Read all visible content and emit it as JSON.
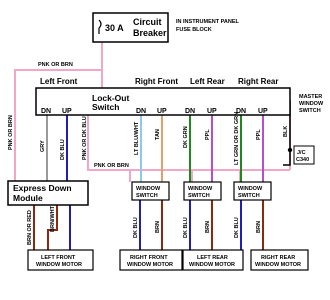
{
  "breaker": {
    "rating": "30 A",
    "title_line1": "Circuit",
    "title_line2": "Breaker"
  },
  "panel_note": {
    "line1": "IN INSTRUMENT PANEL",
    "line2": "FUSE BLOCK"
  },
  "wire_labels": {
    "pnk_or_brn_top": "PNK OR BRN",
    "pnk_or_brn_left": "PNK OR BRN",
    "pnk_or_brn_mid": "PNK OR BRN",
    "gry": "GRY",
    "dk_blu_left": "DK BLU",
    "pnk_or_dk_blu": "PNK OR DK BLU",
    "lt_blu_wht": "LT BLU/WHT",
    "tan": "TAN",
    "dk_grn": "DK GRN",
    "ppl_rl": "PPL",
    "lt_grn_or_dk_grn": "LT GRN OR DK GRN",
    "ppl_rr": "PPL",
    "blk": "BLK",
    "brn_or_wht": "BRN/WHT",
    "brn_or_red": "BRN OR RED",
    "dk_blu_rf": "DK BLU",
    "brn_rf": "BRN",
    "dk_blu_lr": "DK BLU",
    "brn_lr": "BRN",
    "dk_blu_rr": "DK BLU",
    "brn_rr": "BRN"
  },
  "groups": {
    "left_front": "Left Front",
    "right_front": "Right Front",
    "left_rear": "Left Rear",
    "right_rear": "Right Rear"
  },
  "lockout": {
    "line1": "Lock-Out",
    "line2": "Switch"
  },
  "master_label": {
    "line1": "MASTER",
    "line2": "WINDOW",
    "line3": "SWITCH"
  },
  "terminals": [
    "DN",
    "UP",
    "DN",
    "UP",
    "DN",
    "UP",
    "DN",
    "UP"
  ],
  "jc": {
    "line1": "J/C",
    "line2": "C340"
  },
  "express": {
    "line1": "Express Down",
    "line2": "Module"
  },
  "window_switch": {
    "line1": "WINDOW",
    "line2": "SWITCH"
  },
  "motors": {
    "left_front": {
      "line1": "LEFT FRONT",
      "line2": "WINDOW MOTOR"
    },
    "right_front": {
      "line1": "RIGHT FRONT",
      "line2": "WINDOW MOTOR"
    },
    "left_rear": {
      "line1": "LEFT REAR",
      "line2": "WINDOW MOTOR"
    },
    "right_rear": {
      "line1": "RIGHT REAR",
      "line2": "WINDOW MOTOR"
    }
  },
  "colors": {
    "pink": "#f2a6c8",
    "gray": "#9a9a9a",
    "dark_blue": "#1f1fb3",
    "light_blue": "#8ec8ec",
    "tan": "#e0a26a",
    "dark_green": "#1e8a1e",
    "purple": "#b44fd0",
    "brown": "#8b2a0f",
    "black": "#000000"
  }
}
